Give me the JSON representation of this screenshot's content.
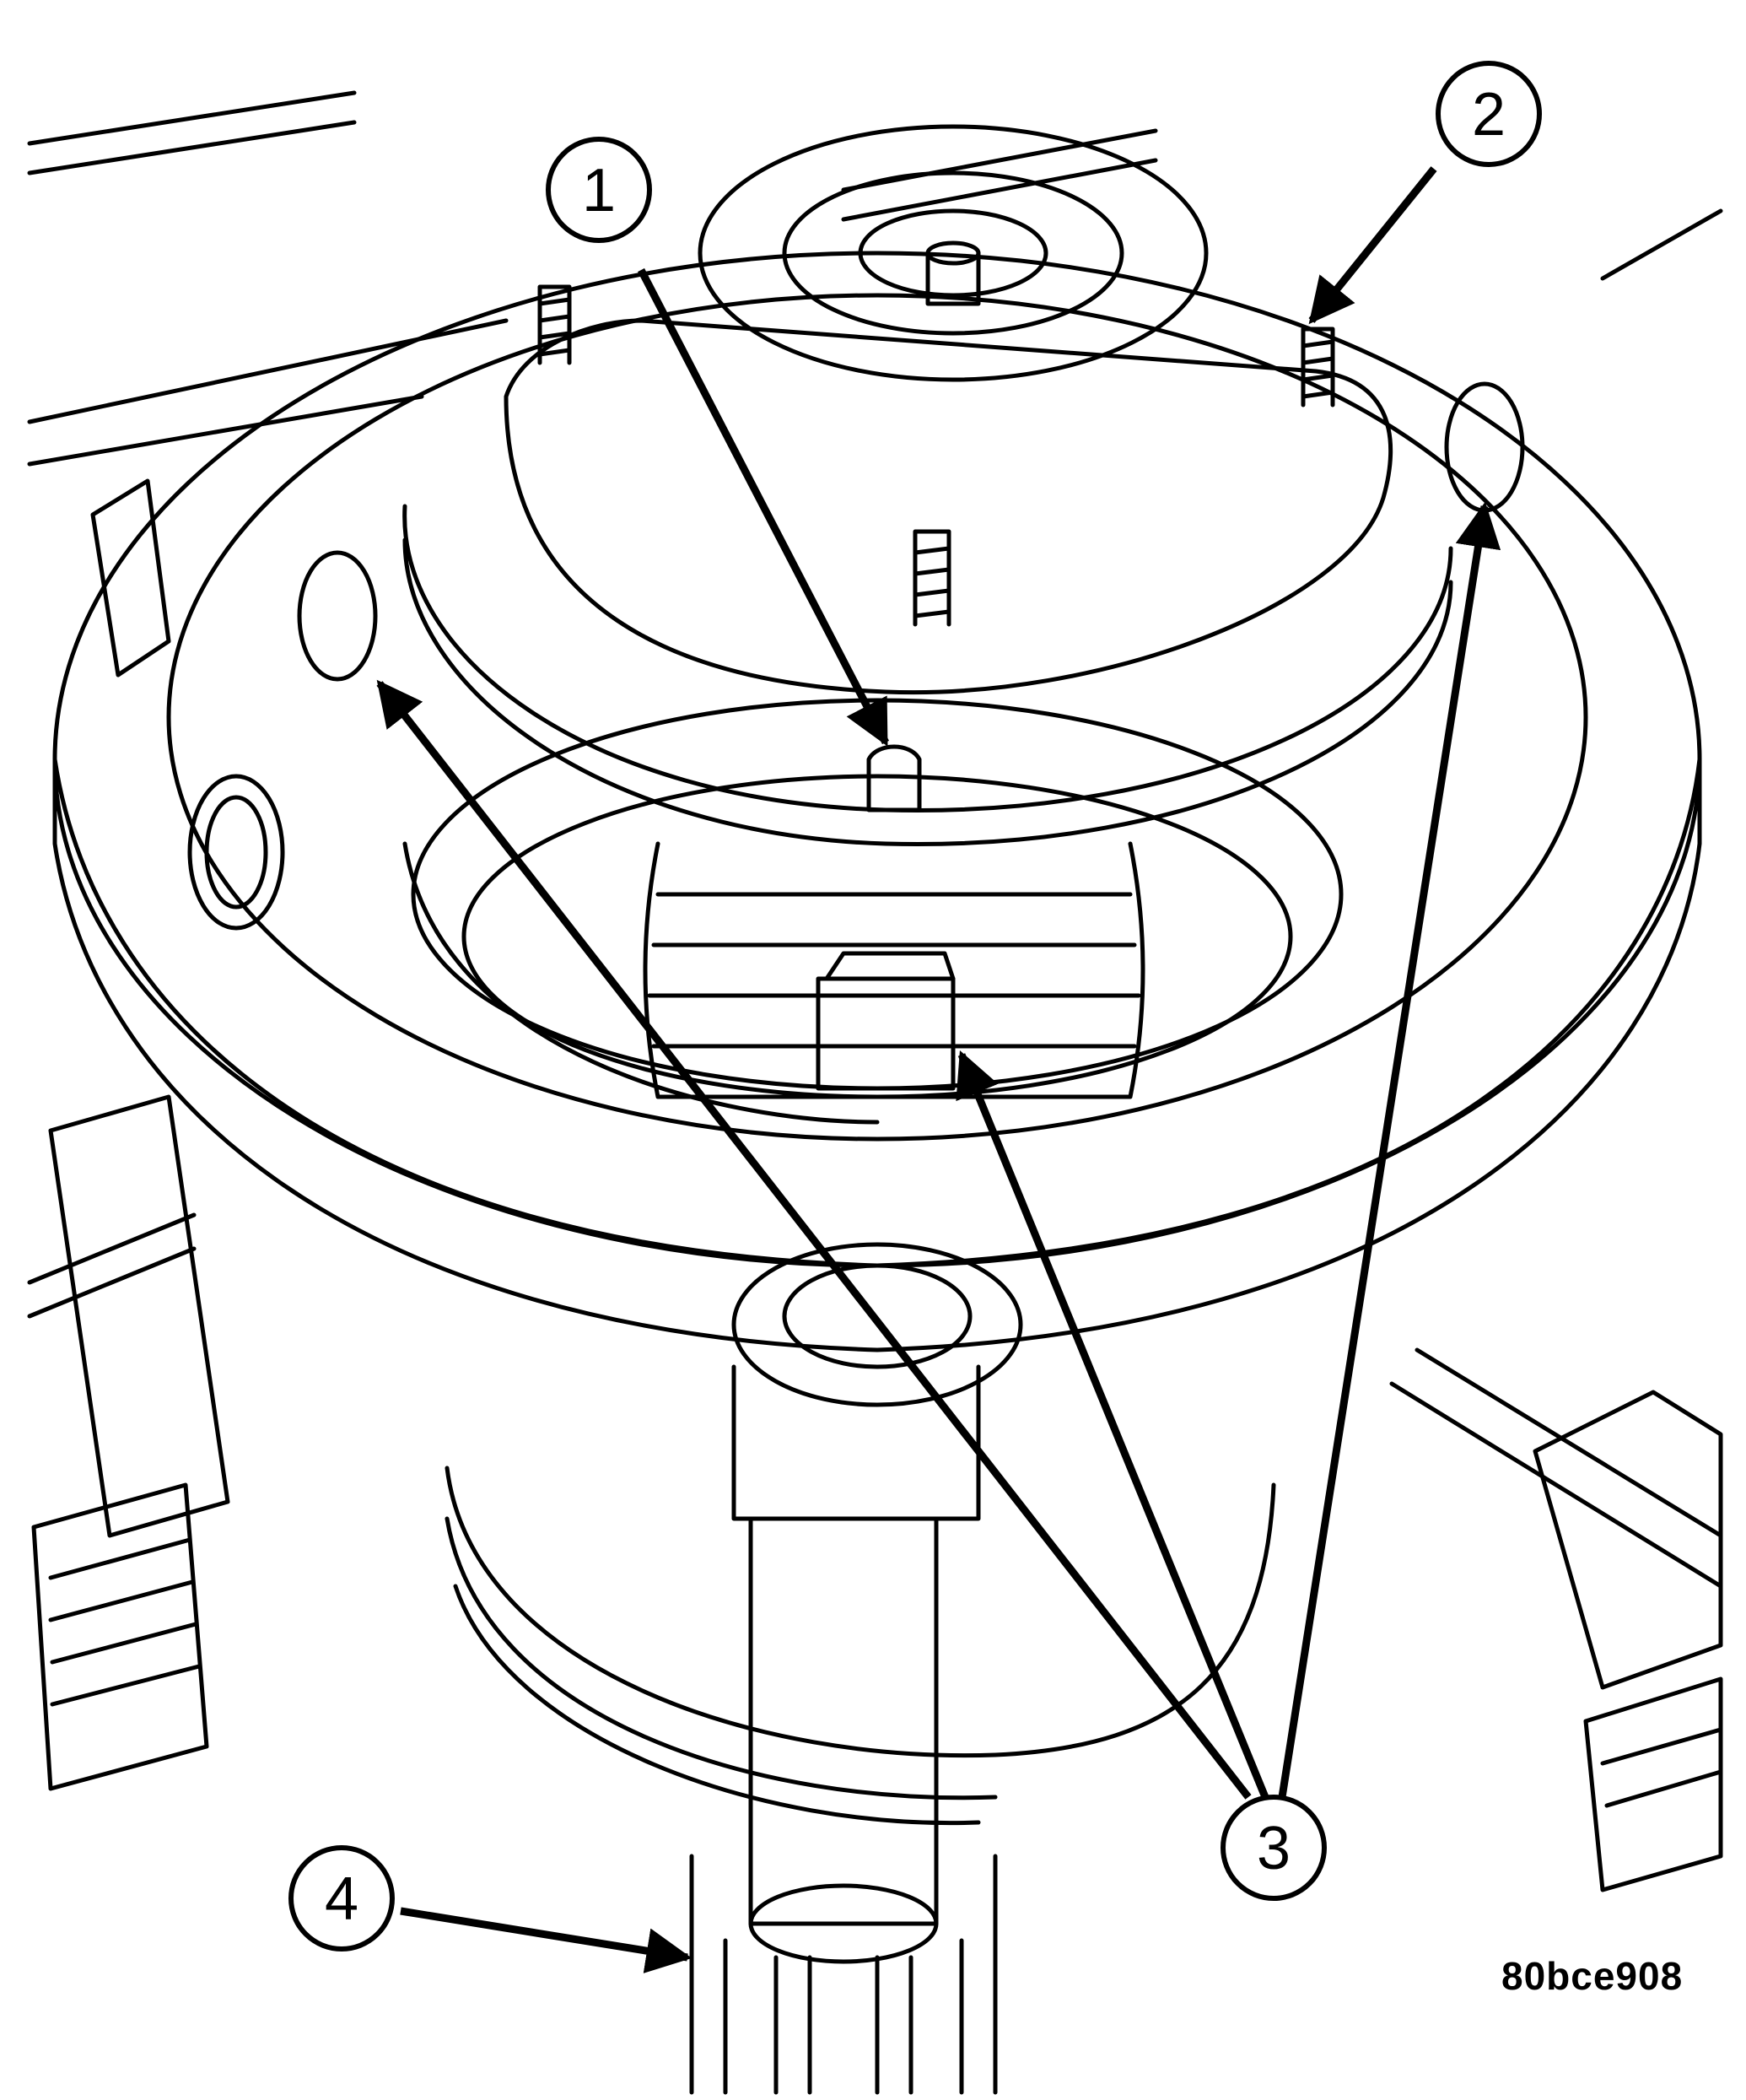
{
  "figure": {
    "id_label": "80bce908",
    "line_color": "#000000",
    "background": "#ffffff"
  },
  "callouts": [
    {
      "number": "1"
    },
    {
      "number": "2"
    },
    {
      "number": "3"
    },
    {
      "number": "4"
    }
  ]
}
